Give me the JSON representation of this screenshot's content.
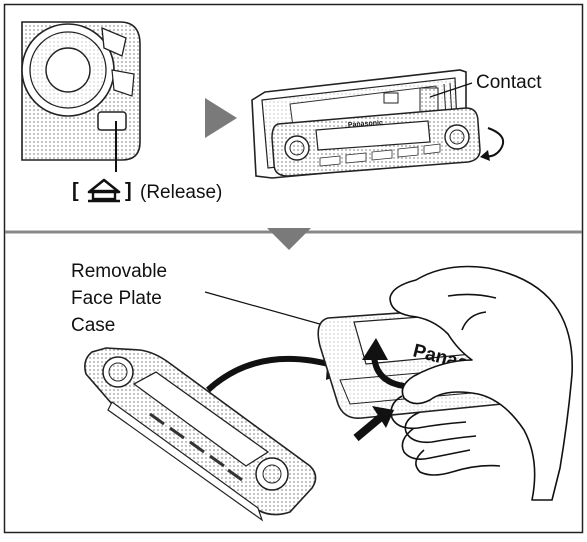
{
  "labels": {
    "release_open_bracket": "[",
    "release_close_bracket": "]",
    "release_text": "(Release)",
    "contact": "Contact",
    "face_plate_case": [
      "Removable",
      "Face Plate",
      "Case"
    ],
    "case_brand": "Panasonic",
    "unit_brand": "Panasonic"
  },
  "icons": {
    "release_button": "home-release-icon"
  },
  "colors": {
    "border": "#222222",
    "divider": "#888888",
    "arrow": "#7a7a7a",
    "line": "#111111"
  }
}
